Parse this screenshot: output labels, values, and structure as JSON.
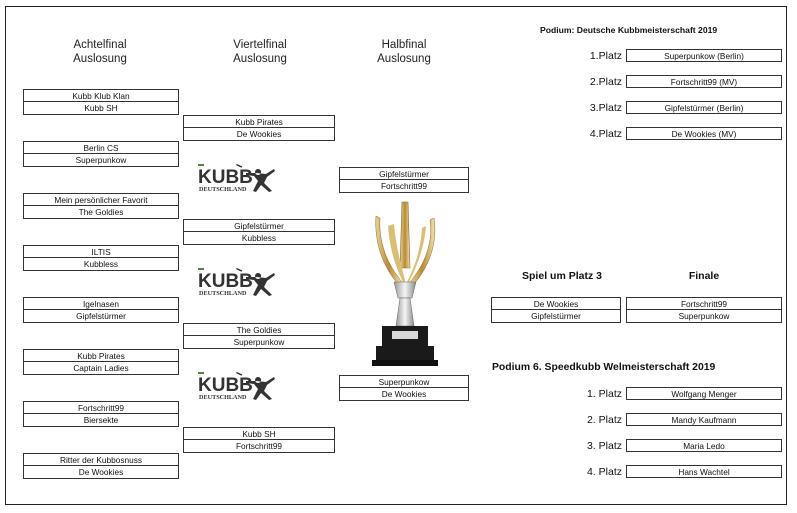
{
  "headers": {
    "achtelfinal": [
      "Achtelfinal",
      "Auslosung"
    ],
    "viertelfinal": [
      "Viertelfinal",
      "Auslosung"
    ],
    "halbfinal": [
      "Halbfinal",
      "Auslosung"
    ]
  },
  "achtelfinal_matches": [
    [
      "Kubb Klub Klan",
      "Kubb SH"
    ],
    [
      "Berlin CS",
      "Superpunkow"
    ],
    [
      "Mein persönlicher Favorit",
      "The Goldies"
    ],
    [
      "ILTIS",
      "Kubbless"
    ],
    [
      "Igelnasen",
      "Gipfelstürmer"
    ],
    [
      "Kubb Pirates",
      "Captain Ladies"
    ],
    [
      "Fortschritt99",
      "Biersekte"
    ],
    [
      "Ritter der Kubbosnuss",
      "De Wookies"
    ]
  ],
  "viertelfinal_matches": [
    [
      "Kubb Pirates",
      "De Wookies"
    ],
    [
      "Gipfelstürmer",
      "Kubbless"
    ],
    [
      "The Goldies",
      "Superpunkow"
    ],
    [
      "Kubb SH",
      "Fortschritt99"
    ]
  ],
  "halbfinal_matches": [
    [
      "Gipfelstürmer",
      "Fortschritt99"
    ],
    [
      "Superpunkow",
      "De Wookies"
    ]
  ],
  "logo": {
    "main": "KUBB",
    "sub": "DEUTSCHLAND"
  },
  "podium_dm": {
    "title": "Podium: Deutsche Kubbmeisterschaft 2019",
    "places": [
      {
        "label": "1.Platz",
        "team": "Superpunkow (Berlin)"
      },
      {
        "label": "2.Platz",
        "team": "Fortschritt99 (MV)"
      },
      {
        "label": "3.Platz",
        "team": "Gipfelstürmer (Berlin)"
      },
      {
        "label": "4.Platz",
        "team": "De Wookies (MV)"
      }
    ]
  },
  "platz3": {
    "title": "Spiel um Platz 3",
    "teams": [
      "De Wookies",
      "Gipfelstürmer"
    ]
  },
  "finale": {
    "title": "Finale",
    "teams": [
      "Fortschritt99",
      "Superpunkow"
    ]
  },
  "podium_speed": {
    "title": "Podium 6. Speedkubb Welmeisterschaft 2019",
    "places": [
      {
        "label": "1. Platz",
        "team": "Wolfgang Menger"
      },
      {
        "label": "2. Platz",
        "team": "Mandy Kaufmann"
      },
      {
        "label": "3. Platz",
        "team": "Maria Ledo"
      },
      {
        "label": "4. Platz",
        "team": "Hans Wachtel"
      }
    ]
  },
  "colors": {
    "trophy_gold": "#c9a24a",
    "trophy_silver": "#c8c8c8",
    "base_black": "#1a1a1a"
  }
}
